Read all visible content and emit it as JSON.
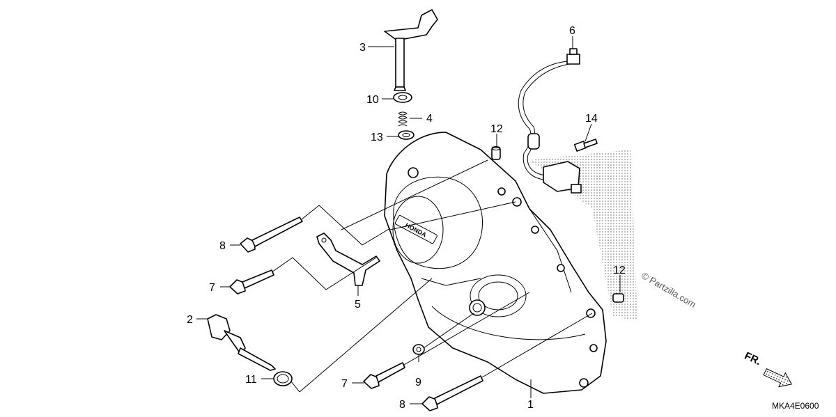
{
  "diagram": {
    "code": "MKA4E0600",
    "watermark": "© Partzilla.com",
    "direction_label": "FR.",
    "logo_text": "HONDA",
    "callouts": {
      "c1": "1",
      "c2": "2",
      "c3": "3",
      "c4": "4",
      "c5": "5",
      "c6": "6",
      "c7a": "7",
      "c7b": "7",
      "c8a": "8",
      "c8b": "8",
      "c9": "9",
      "c10": "10",
      "c11": "11",
      "c12a": "12",
      "c12b": "12",
      "c13": "13",
      "c14": "14"
    }
  }
}
